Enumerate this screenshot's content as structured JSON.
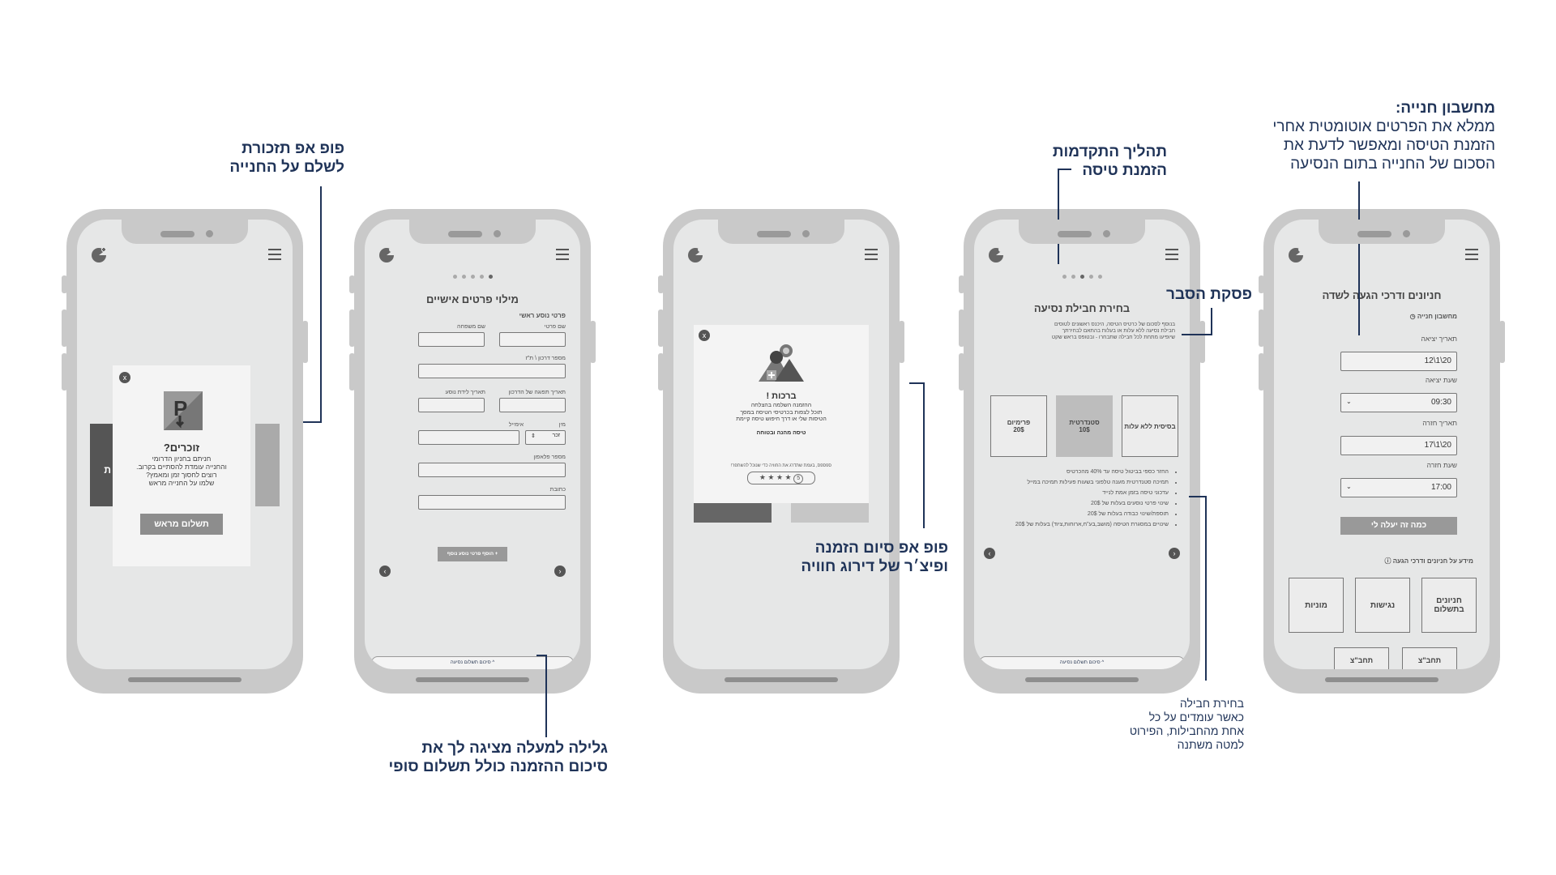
{
  "annotations": {
    "reminder_popup": [
      "פופ אפ תזכורת",
      "לשלם על החנייה"
    ],
    "scroll_summary": [
      "גלילה למעלה מציגה לך את",
      "סיכום ההזמנה כולל תשלום סופי"
    ],
    "finish_popup": [
      "פופ אפ סיום הזמנה",
      "ופיצ׳ר של דירוג חוויה"
    ],
    "progress": [
      "תהליך התקדמות",
      "הזמנת טיסה"
    ],
    "explain_paragraph": "פסקת הסבר",
    "package_select": [
      "בחירת חבילה",
      "כאשר עומדים על כל",
      "אחת מהחבילות, הפירוט",
      "למטה משתנה"
    ],
    "parking_calc_title": "מחשבון חנייה:",
    "parking_calc_body": [
      "ממלא את הפרטים אוטומטית אחרי",
      "הזמנת הטיסה ומאפשר לדעת את",
      "הסכום של החנייה בתום הנסיעה"
    ]
  },
  "phone1": {
    "close": "x",
    "title": "זוכרים?",
    "body": [
      "חניתם בחניון הדרומי",
      "והחנייה עומדת להסתיים בקרוב.",
      "רוצים לחסוך זמן ומאמץ?",
      "שלמו על החנייה מראש"
    ],
    "pay_button": "תשלום מראש",
    "parking_letter": "P"
  },
  "phone2": {
    "title": "מילוי פרטים אישיים",
    "section": "פרטי נוסע ראשי",
    "first_name": "שם פרטי",
    "last_name": "שם משפחה",
    "passport": "מספר דרכון \\ ת\"ז",
    "passport_expiry": "תאריך תפוגה של הדרכון",
    "birth_date": "תאריך לידת נוסע",
    "gender": "מין",
    "gender_value": "זכר",
    "email": "אימייל",
    "phone": "מספר פלאפון",
    "address": "כתובת",
    "add_passenger": "+ הוסף פרטי נוסע נוסף",
    "summary_tab": "^ סיכום תשלום נסיעה"
  },
  "phone3": {
    "close": "x",
    "title": "ברכות !",
    "body": [
      "ההזמנה השלמה בהצלחה",
      "תוכל לצפות בכרטיסי הטיסה במסך",
      "הטיסות שלי או דרך חיפוש טיסה קיימת"
    ],
    "bold_line": "טיסה מהנה ובטוחה",
    "rating_question": "ספספס, בעמת שתדרג את החוויה כדי שנוכל להשתפר!",
    "stars": "★ ★ ★ ★",
    "star_count": "5"
  },
  "phone4": {
    "title": "בחירת חבילת נסיעה",
    "intro": [
      "בנוסף לסכום של כרטיס הטיסה, היכנס ראשונים לטוסים",
      "חבילת נסיעה ללא עלות או בעלות בהתאם לבחירתך",
      "שיופיעו מתחת לכל חבילה שתבחרו - ובטופס בראש שקט"
    ],
    "packages": [
      {
        "label": "בסיסית ללא עלות",
        "selected": false
      },
      {
        "label": "סטנדרטית\n10$",
        "selected": true
      },
      {
        "label": "פרימיום\n20$",
        "selected": false
      }
    ],
    "bullets": [
      "החזר כספי בביטול טיסה עד 40% מהכרטיס",
      "תמיכה סטנדרטית מענה טלפוני בשעות פעילות תמיכה במייל",
      "עדכוני טיסה בזמן אמת לנייד",
      "שינוי פרטי נוסעים בעלות של 20$",
      "תוספת/שינוי כבודה בעלות של 20$",
      "שינויים במסגרת הטיסה (מושב,בע\"ח,ארוחות,ציוד) בעלות של 20$"
    ],
    "summary_tab": "^ סיכום תשלום נסיעה"
  },
  "phone5": {
    "title": "חניונים ודרכי הגעה לשדה",
    "calc_label": "מחשבון חנייה",
    "departure_date_label": "תאריך יציאה",
    "departure_date": "12\\1\\20",
    "departure_time_label": "שעת יציאה",
    "departure_time": "09:30",
    "return_date_label": "תאריך חזרה",
    "return_date": "17\\1\\20",
    "return_time_label": "שעת חזרה",
    "return_time": "17:00",
    "calc_button": "כמה זה יעלה לי",
    "info_label": "מידע על חניונים ודרכי הגעה",
    "cards": [
      "חניונים\nבתשלום",
      "נגישות",
      "מוניות"
    ],
    "bottom_cards": [
      "תחב\"צ",
      "תחב\"צ"
    ]
  }
}
